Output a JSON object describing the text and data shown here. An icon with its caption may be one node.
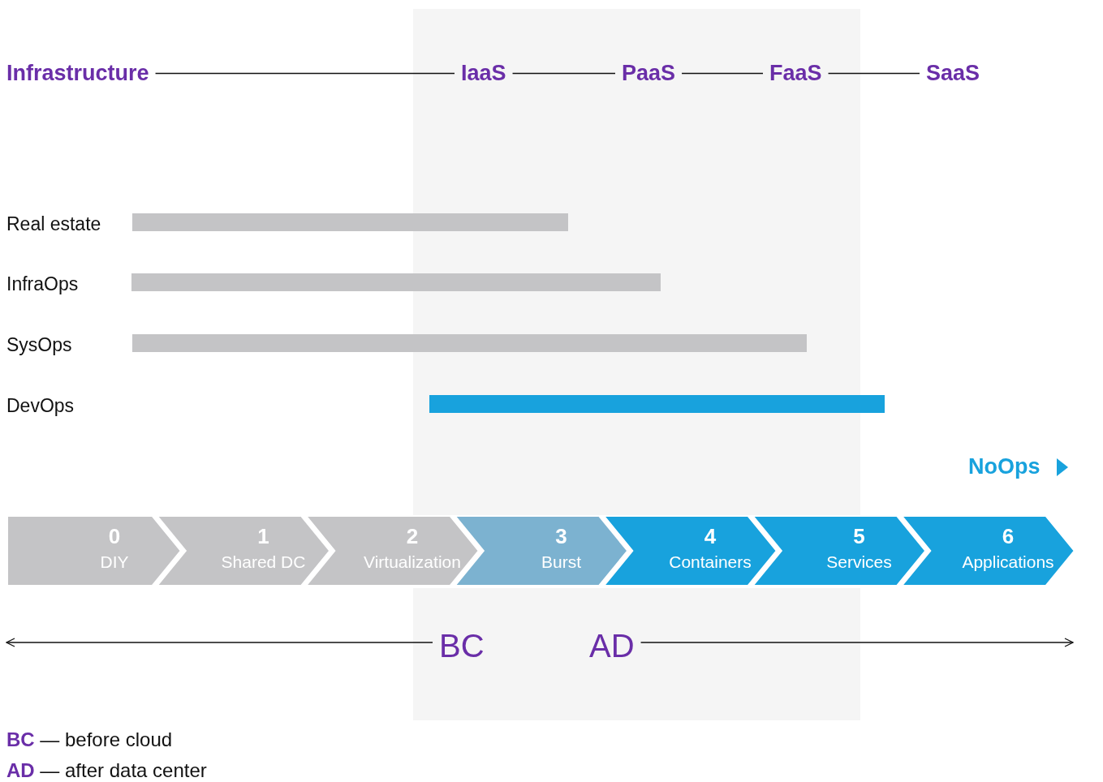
{
  "diagram": {
    "nodes": [
      {
        "text": [
          "Infrastructure"
        ]
      },
      {
        "text": [
          "IaaS"
        ]
      },
      {
        "text": [
          "PaaS"
        ]
      },
      {
        "text": [
          "FaaS"
        ]
      },
      {
        "text": [
          "SaaS"
        ]
      },
      {
        "text": [],
        "shape": "bar",
        "beside": [
          "Real estate"
        ]
      },
      {
        "text": [],
        "shape": "bar",
        "beside": [
          "InfraOps"
        ]
      },
      {
        "text": [],
        "shape": "bar",
        "beside": [
          "SysOps"
        ]
      },
      {
        "text": [],
        "shape": "bar"
      },
      {
        "text": [
          "0",
          "DIY"
        ]
      },
      {
        "text": [
          "1",
          "Shared DC"
        ]
      },
      {
        "text": [
          "2",
          "Virtualization"
        ]
      },
      {
        "text": [
          "3",
          "Burst"
        ]
      },
      {
        "text": [
          "4",
          "Containers"
        ]
      },
      {
        "text": [
          "5",
          "Services"
        ]
      },
      {
        "text": [
          "6",
          "Applications"
        ]
      },
      {
        "text": [
          "BC"
        ]
      },
      {
        "text": [
          "AD"
        ]
      }
    ],
    "edges": [
      {
        "from": 0,
        "to": 1,
        "arrow": "none"
      },
      {
        "from": 1,
        "to": 2,
        "arrow": "none"
      },
      {
        "from": 2,
        "to": 3,
        "arrow": "none"
      },
      {
        "from": 3,
        "to": 4,
        "arrow": "none"
      },
      {
        "from": 16,
        "to": null,
        "arrow": "to"
      },
      {
        "from": 17,
        "to": null,
        "arrow": "to"
      }
    ],
    "labels": [
      "DevOps",
      "NoOps",
      "**BC** — before cloud",
      "**AD** — after data center"
    ]
  }
}
